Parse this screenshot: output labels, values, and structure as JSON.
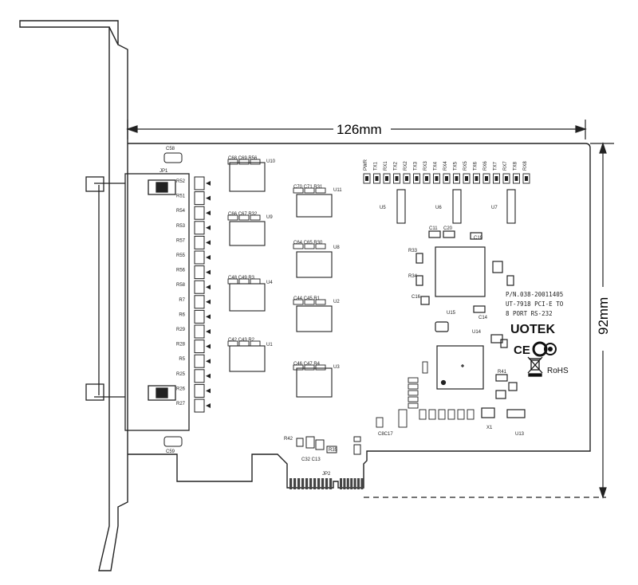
{
  "dimensions": {
    "width_label": "126mm",
    "height_label": "92mm"
  },
  "board": {
    "part_number": "P/N.038-20011405",
    "model_line": "UT-7918 PCI-E TO",
    "ports_line": "8 PORT RS-232",
    "brand": "UOTEK",
    "cert_ce": "CE",
    "rohs": "RoHS"
  },
  "connector_labels": {
    "jp1": "JP1",
    "jp2": "JP2",
    "c58": "C58",
    "c59": "C59"
  },
  "resistors_left": [
    "R52",
    "R51",
    "R54",
    "R53",
    "R57",
    "R55",
    "R56",
    "R58",
    "R7",
    "R6",
    "R29",
    "R28",
    "R5",
    "R25",
    "R26",
    "R27"
  ],
  "led_labels": [
    "PWR",
    "TX1",
    "RX1",
    "TX2",
    "RX2",
    "TX3",
    "RX3",
    "TX4",
    "RX4",
    "TX5",
    "RX5",
    "TX6",
    "RX6",
    "TX7",
    "RX7",
    "TX8",
    "RX8"
  ],
  "chips": {
    "u5": "U5",
    "u6": "U6",
    "u7": "U7",
    "u8": "U8",
    "u9": "U9",
    "u10": "U10",
    "u11": "U11",
    "u1": "U1",
    "u2": "U2",
    "u3": "U3",
    "u4": "U4",
    "u13": "U13",
    "u14": "U14",
    "u15": "U15"
  },
  "cap_groups": {
    "g10": "C68  C69  R56",
    "g11": "C70  C71  R31",
    "g9": "C66  C67  R32",
    "g8": "C64  C65  R30",
    "g4": "C48  C49  R3",
    "g2": "C44  C45  R1",
    "g1": "C42  C43  R2",
    "g3": "C46  C47  R4"
  },
  "misc_labels": {
    "c11": "C11",
    "c20": "C20",
    "c19": "C19",
    "c14": "C14",
    "c16": "C16",
    "x1": "X1",
    "r41": "R41",
    "r33": "R33",
    "r34": "R34",
    "c32c13": "C32 C13",
    "r35": "R35",
    "r42": "R42",
    "c8c17": "C8C17"
  }
}
